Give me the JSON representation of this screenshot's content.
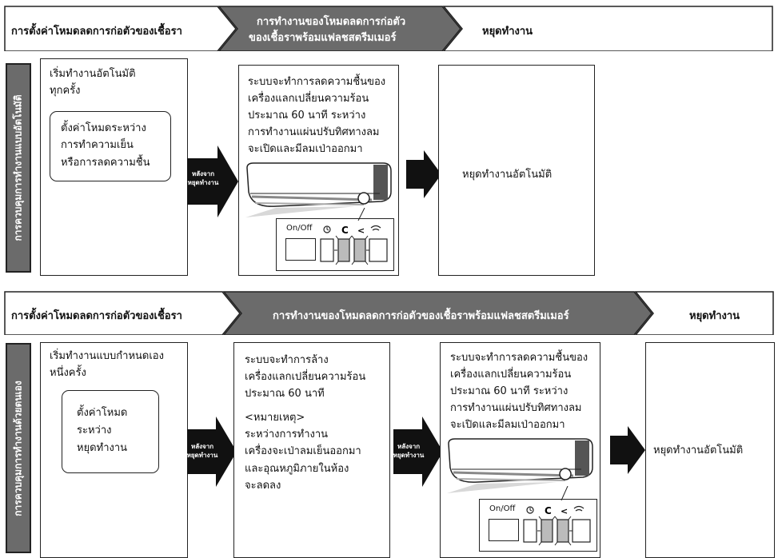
{
  "section1": {
    "step1_header": "การตั้งค่าโหมดลดการก่อตัวของเชื้อรา",
    "step2_header_line1": "การทำงานของโหมดลดการก่อตัว",
    "step2_header_line2": "ของเชื้อราพร้อมแฟลชสตรีมเมอร์",
    "step3_header": "หยุดทำงาน",
    "side_label": "การควบคุมการทำงานแบบอัตโนมัติ",
    "box1_text_line1": "เริ่มทำงานอัตโนมัติ",
    "box1_text_line2": "ทุกครั้ง",
    "box1_inner_line1": "ตั้งค่าโหมดระหว่าง",
    "box1_inner_line2": "การทำความเย็น",
    "box1_inner_line3": "หรือการลดความชื้น",
    "arrow1_line1": "หลังจาก",
    "arrow1_line2": "หยุดทำงาน",
    "box2_lines": [
      "ระบบจะทำการลดความชื้นของ",
      "เครื่องแลกเปลี่ยนความร้อน",
      "ประมาณ 60 นาที ระหว่าง",
      "การทำงานแผ่นปรับทิศทางลม",
      "จะเปิดและมีลมเป่าออกมา"
    ],
    "panel_onoff": "On/Off",
    "box3_text": "หยุดทำงานอัตโนมัติ"
  },
  "section2": {
    "step1_header": "การตั้งค่าโหมดลดการก่อตัวของเชื้อรา",
    "step2_header": "การทำงานของโหมดลดการก่อตัวของเชื้อราพร้อมแฟลชสตรีมเมอร์",
    "step3_header": "หยุดทำงาน",
    "side_label": "การควบคุมการทำงานด้วยตนเอง",
    "box1_text_line1": "เริ่มทำงานแบบกำหนดเอง",
    "box1_text_line2": "หนึ่งครั้ง",
    "box1_inner_line1": "ตั้งค่าโหมด",
    "box1_inner_line2": "ระหว่าง",
    "box1_inner_line3": "หยุดทำงาน",
    "arrow1_line1": "หลังจาก",
    "arrow1_line2": "หยุดทำงาน",
    "box2_lines": [
      "ระบบจะทำการล้าง",
      "เครื่องแลกเปลี่ยนความร้อน",
      "ประมาณ 60 นาที",
      "<หมายเหตุ>",
      "ระหว่างการทำงาน",
      "เครื่องจะเป่าลมเย็นออกมา",
      "และอุณหภูมิภายในห้อง",
      "จะลดลง"
    ],
    "arrow2_line1": "หลังจาก",
    "arrow2_line2": "หยุดทำงาน",
    "box3_lines": [
      "ระบบจะทำการลดความชื้นของ",
      "เครื่องแลกเปลี่ยนความร้อน",
      "ประมาณ 60 นาที ระหว่าง",
      "การทำงานแผ่นปรับทิศทางลม",
      "จะเปิดและมีลมเป่าออกมา"
    ],
    "panel_onoff": "On/Off",
    "box4_text": "หยุดทำงานอัตโนมัติ"
  }
}
